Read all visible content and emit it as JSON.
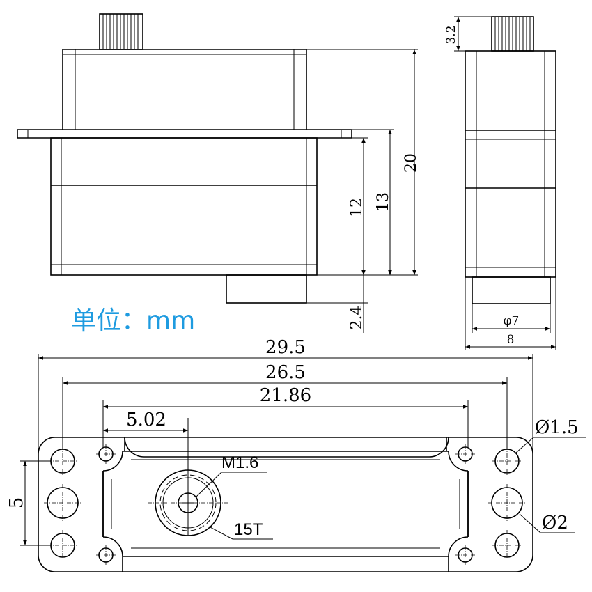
{
  "diagram": {
    "unit_label": "单位：mm",
    "front_view": {
      "dim_20": "20",
      "dim_13": "13",
      "dim_12": "12",
      "dim_2_4": "2.4"
    },
    "side_view": {
      "dim_3_2": "3.2",
      "dim_phi7": "φ7",
      "dim_8": "8"
    },
    "top_view": {
      "dim_29_5": "29.5",
      "dim_26_5": "26.5",
      "dim_21_86": "21.86",
      "dim_5_02": "5.02",
      "dim_5": "5",
      "label_m16": "M1.6",
      "label_15t": "15T",
      "label_d15": "Ø1.5",
      "label_d2": "Ø2"
    }
  }
}
